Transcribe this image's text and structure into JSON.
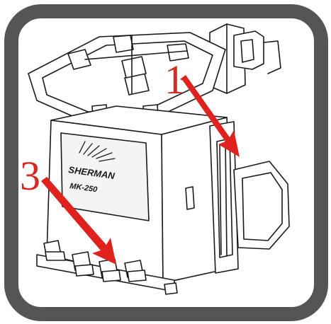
{
  "callouts": [
    {
      "id": "1",
      "text": "1"
    },
    {
      "id": "3",
      "text": "3"
    }
  ],
  "machine": {
    "brand": "SHERMAN",
    "model": "MK-250"
  },
  "colors": {
    "frame": "#555555",
    "frame_inner": "#6a6a6a",
    "line": "#1a1a1a",
    "arrow": "#e0221f",
    "callout_text": "#d42a22",
    "panel_fill": "#f4f4f4"
  }
}
